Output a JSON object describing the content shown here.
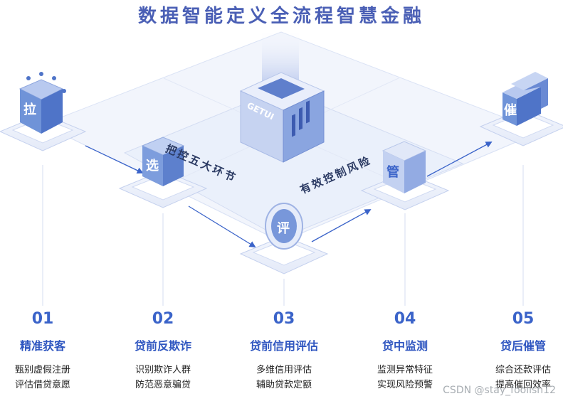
{
  "title": "数据智能定义全流程智慧金融",
  "center": {
    "logo": "GETUI",
    "left_label": "把控五大环节",
    "right_label": "有效控制风险"
  },
  "colors": {
    "primary": "#3a63c9",
    "title": "#4a5fb5",
    "cube": "#6f93d8"
  },
  "steps": [
    {
      "num": "01",
      "char": "拉",
      "name": "精准获客",
      "desc": [
        "甄别虚假注册",
        "评估借贷意愿"
      ]
    },
    {
      "num": "02",
      "char": "选",
      "name": "贷前反欺诈",
      "desc": [
        "识别欺诈人群",
        "防范恶意骗贷"
      ]
    },
    {
      "num": "03",
      "char": "评",
      "name": "贷前信用评估",
      "desc": [
        "多维信用评估",
        "辅助贷款定额"
      ]
    },
    {
      "num": "04",
      "char": "管",
      "name": "贷中监测",
      "desc": [
        "监测异常特征",
        "实现风险预警"
      ]
    },
    {
      "num": "05",
      "char": "催",
      "name": "贷后催管",
      "desc": [
        "综合还款评估",
        "提高催回效率"
      ]
    }
  ],
  "watermark": "CSDN @stay_foolish12"
}
